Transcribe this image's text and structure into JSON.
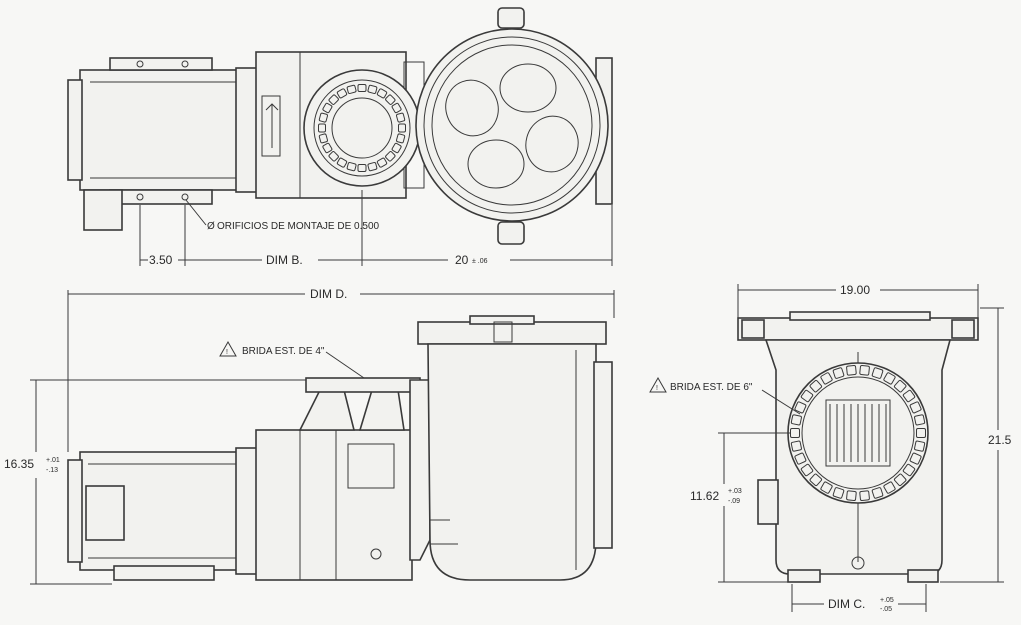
{
  "dimensions": {
    "dim_a": "3.50",
    "dim_b": "DIM B.",
    "dim_20": "20",
    "dim_20_tol": "± .06",
    "dim_d": "DIM D.",
    "height_main": "16.35",
    "height_main_tol_plus": "+.01",
    "height_main_tol_minus": "-.13",
    "width_end": "19.00",
    "height_end": "21.5",
    "height_flange": "11.62",
    "height_flange_tol_plus": "+.03",
    "height_flange_tol_minus": "-.09",
    "dim_c": "DIM C.",
    "dim_c_tol_plus": "+.05",
    "dim_c_tol_minus": "-.05"
  },
  "callouts": {
    "mounting_holes": "ORIFICIOS DE MONTAJE DE 0.500",
    "flange_4": "BRIDA EST. DE 4\"",
    "flange_6": "BRIDA EST. DE 6\""
  },
  "symbols": {
    "diameter": "diameter-symbol",
    "warning": "warning-triangle-icon"
  }
}
